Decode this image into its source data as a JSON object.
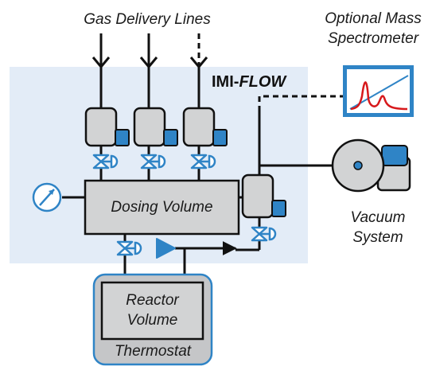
{
  "labels": {
    "gas_lines": "Gas Delivery Lines",
    "mass_spec_line1": "Optional Mass",
    "mass_spec_line2": "Spectrometer",
    "brand_prefix": "IMI-",
    "brand_suffix": "FLOW",
    "dosing_volume": "Dosing Volume",
    "vacuum_line1": "Vacuum",
    "vacuum_line2": "System",
    "reactor_line1": "Reactor",
    "reactor_line2": "Volume",
    "thermostat": "Thermostat"
  },
  "colors": {
    "panel_bg": "#e3ecf7",
    "component_gray": "#d2d3d4",
    "accent_blue": "#2f84c6",
    "line_black": "#111111",
    "thermostat_bg": "#c5c6c8",
    "spectrum_red": "#d7191c"
  },
  "icons": [
    "arrow-down-icon",
    "valve-icon",
    "pressure-gauge-icon",
    "pump-icon",
    "vacuum-pump-icon",
    "spectrum-monitor-icon"
  ]
}
